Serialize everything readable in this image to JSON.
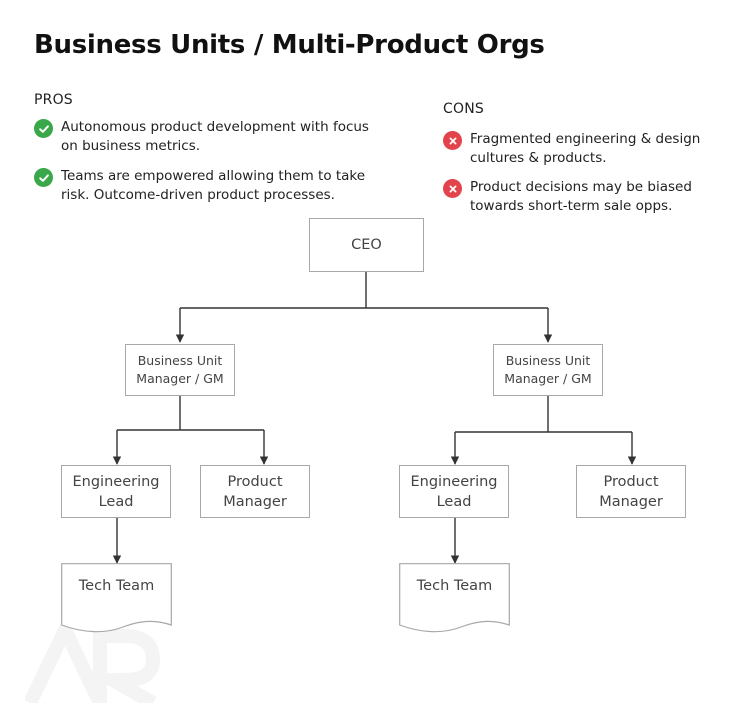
{
  "title": "Business Units / Multi-Product Orgs",
  "pros": {
    "heading": "PROS",
    "items": [
      {
        "text": "Autonomous product development with focus on business metrics."
      },
      {
        "text": "Teams are empowered allowing them to take risk. Outcome-driven product processes."
      }
    ]
  },
  "cons": {
    "heading": "CONS",
    "items": [
      {
        "text": "Fragmented engineering & design cultures & products."
      },
      {
        "text": "Product decisions may be biased towards short-term sale opps."
      }
    ]
  },
  "org_chart": {
    "ceo": "CEO",
    "units": [
      {
        "manager": "Business Unit\nManager / GM",
        "engineering_lead": "Engineering\nLead",
        "product_manager": "Product\nManager",
        "tech_team": "Tech Team"
      },
      {
        "manager": "Business Unit\nManager / GM",
        "engineering_lead": "Engineering\nLead",
        "product_manager": "Product\nManager",
        "tech_team": "Tech Team"
      }
    ]
  },
  "colors": {
    "pro_badge": "#3aa84a",
    "con_badge": "#e3434b",
    "node_border": "#a8a8a8",
    "connector": "#333333"
  },
  "icons": {
    "pro": "check-circle-icon",
    "con": "x-circle-icon",
    "watermark": "logo-watermark"
  }
}
